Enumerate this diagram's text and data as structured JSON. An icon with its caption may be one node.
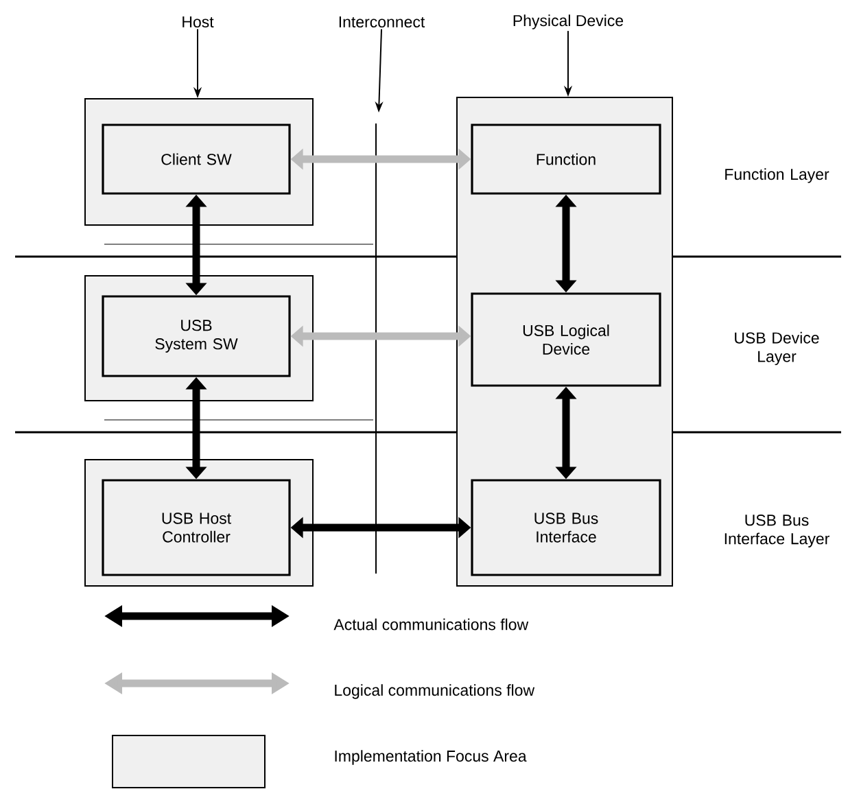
{
  "diagram": {
    "nodes": [
      {
        "text": [
          "Host"
        ]
      },
      {
        "text": [
          "Interconnect"
        ]
      },
      {
        "text": [
          "Physical Device"
        ]
      },
      {
        "text": [],
        "shape": "box"
      },
      {
        "text": [
          "Client SW"
        ],
        "in": 3
      },
      {
        "text": [],
        "shape": "box"
      },
      {
        "text": [
          "USB System SW"
        ],
        "in": 5
      },
      {
        "text": [],
        "shape": "box"
      },
      {
        "text": [
          "USB Host Controller"
        ],
        "in": 7
      },
      {
        "text": [],
        "shape": "box"
      },
      {
        "text": [
          "Function"
        ],
        "in": 9
      },
      {
        "text": [
          "USB Logical Device"
        ],
        "in": 9
      },
      {
        "text": [
          "USB Bus Interface"
        ],
        "in": 9
      }
    ],
    "edges": [
      {
        "from": 0,
        "to": 3,
        "arrow": "to"
      },
      {
        "from": 1,
        "to": null,
        "arrow": "to"
      },
      {
        "from": 2,
        "to": 9,
        "arrow": "to"
      },
      {
        "from": 4,
        "to": 10,
        "arrow": "both",
        "color": "#bbbbbb"
      },
      {
        "from": 6,
        "to": 11,
        "arrow": "both",
        "color": "#bbbbbb"
      },
      {
        "from": 8,
        "to": 12,
        "arrow": "both"
      },
      {
        "from": 4,
        "to": 6,
        "arrow": "both"
      },
      {
        "from": 6,
        "to": 8,
        "arrow": "both"
      },
      {
        "from": 10,
        "to": 11,
        "arrow": "both"
      },
      {
        "from": 11,
        "to": 12,
        "arrow": "both"
      }
    ],
    "labels": [
      "Function Layer",
      "USB Device Layer",
      "USB Bus Interface Layer"
    ],
    "legend": [
      {
        "text": "Actual communications flow"
      },
      {
        "text": "Logical communications flow"
      },
      {
        "text": "Implementation Focus Area",
        "color": "#f0f0f0"
      }
    ]
  }
}
